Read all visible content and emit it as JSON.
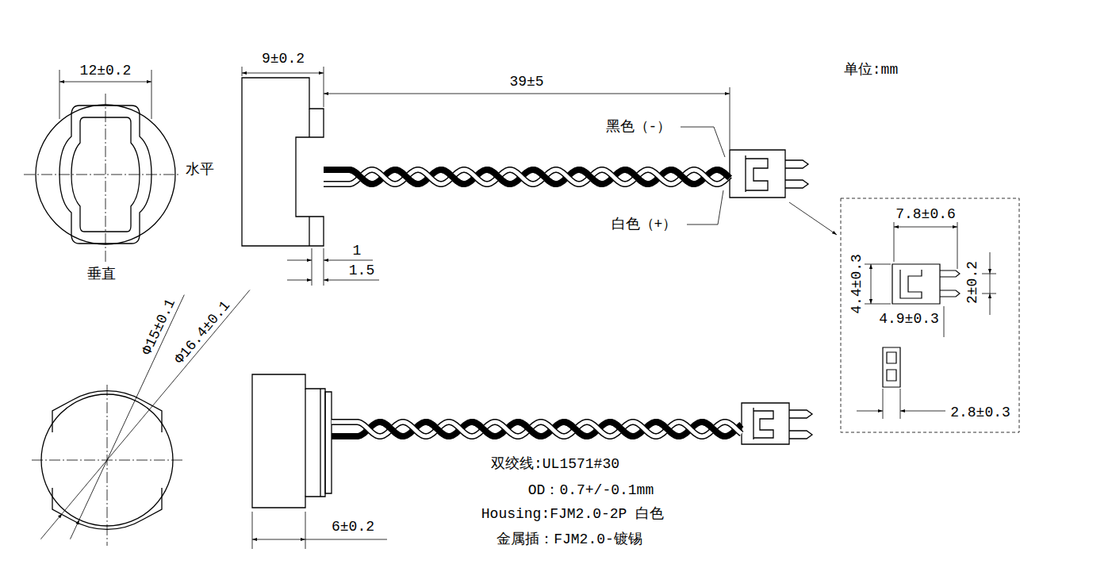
{
  "diagram": {
    "labels": [
      "12±0.2",
      "水平",
      "垂直",
      "9±0.2",
      "39±5",
      "黑色（-）",
      "白色（+）",
      "1",
      "1.5",
      "单位:mm",
      "7.8±0.6",
      "4.4±0.3",
      "2±0.2",
      "4.9±0.3",
      "2.8±0.3",
      "Φ15±0.1",
      "Φ16.4±0.1",
      "6±0.2",
      "双绞线:UL1571#30",
      "OD：0.7+/-0.1mm",
      "Housing:FJM2.0-2P 白色",
      "金属插：FJM2.0-镀锡"
    ]
  }
}
